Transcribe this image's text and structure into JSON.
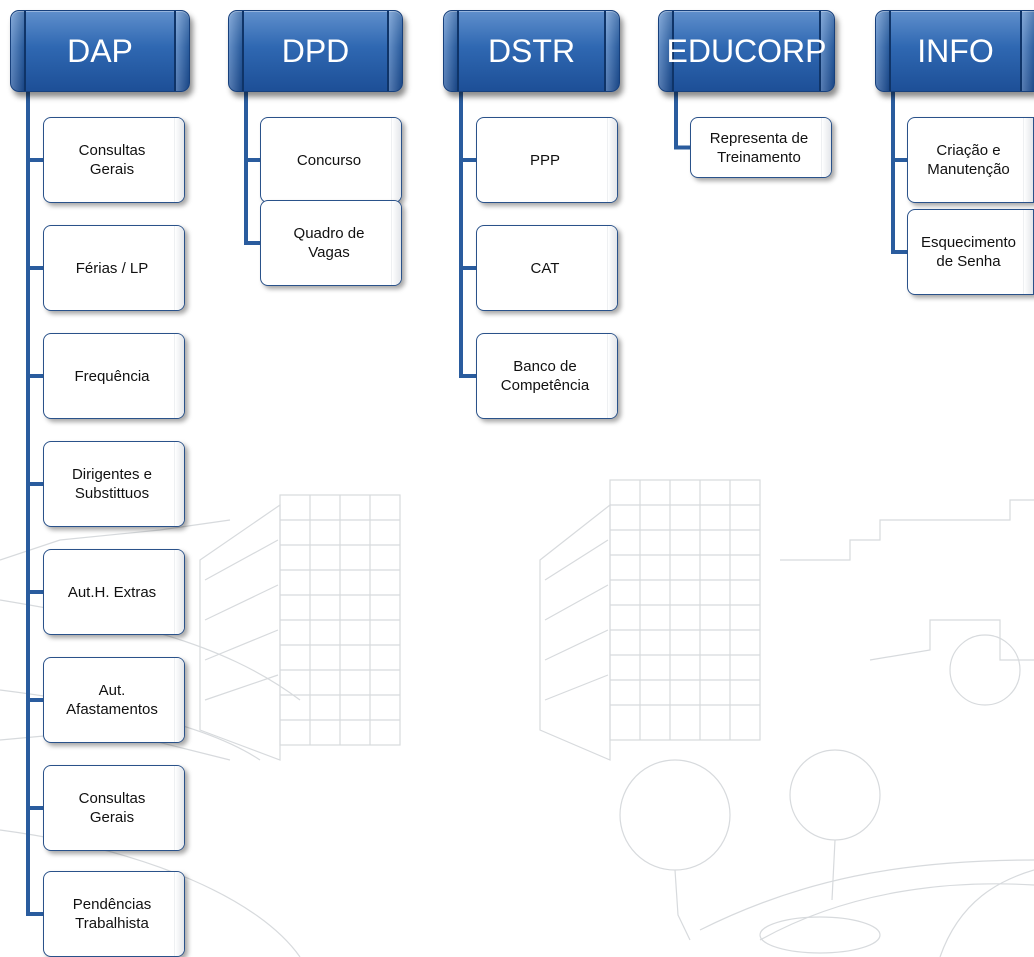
{
  "departments": [
    {
      "name": "DAP",
      "items": [
        "Consultas\nGerais",
        "Férias / LP",
        "Frequência",
        "Dirigentes e\nSubstittuos",
        "Aut.H. Extras",
        "Aut.\nAfastamentos",
        "Consultas\nGerais",
        "Pendências\nTrabalhista"
      ]
    },
    {
      "name": "DPD",
      "items": [
        "Concurso",
        "Quadro de\nVagas"
      ]
    },
    {
      "name": "DSTR",
      "items": [
        "PPP",
        "CAT",
        "Banco de\nCompetência"
      ]
    },
    {
      "name": "EDUCORP",
      "items": [
        "Representa de\nTreinamento"
      ]
    },
    {
      "name": "INFO",
      "items": [
        "Criação e\nManutenção",
        "Esquecimento\nde Senha"
      ]
    }
  ],
  "colors": {
    "header": "#2f68b2",
    "connector": "#2a5c9e",
    "box_border": "#2a528a"
  }
}
